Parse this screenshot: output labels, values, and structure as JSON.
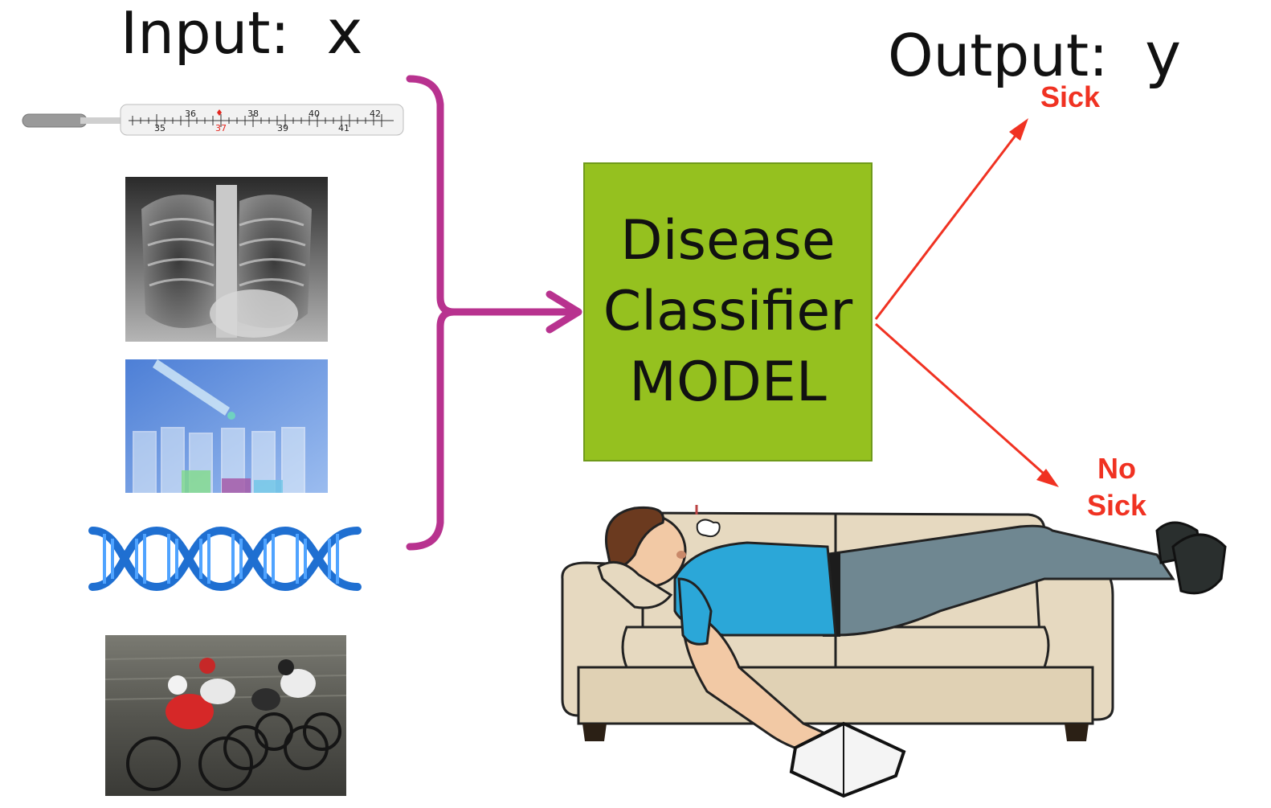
{
  "input": {
    "label": "Input:",
    "var": "x"
  },
  "output": {
    "label": "Output:",
    "var": "y"
  },
  "model": {
    "line1": "Disease",
    "line2": "Classifier",
    "line3": "MODEL"
  },
  "outcomes": {
    "sick": "Sick",
    "not_sick_line1": "No",
    "not_sick_line2": "Sick"
  },
  "thermometer": {
    "upper_ticks": [
      "36",
      "38",
      "40",
      "42"
    ],
    "lower_ticks": [
      "35",
      "37",
      "39",
      "41"
    ]
  },
  "colors": {
    "model_fill": "#95c11f",
    "bracket": "#b8328f",
    "arrow_red": "#f03222"
  },
  "icons": [
    "thermometer-image",
    "chest-xray-image",
    "test-tubes-image",
    "dna-helix-image",
    "cyclists-photo",
    "sleeping-man-on-couch-illustration"
  ]
}
